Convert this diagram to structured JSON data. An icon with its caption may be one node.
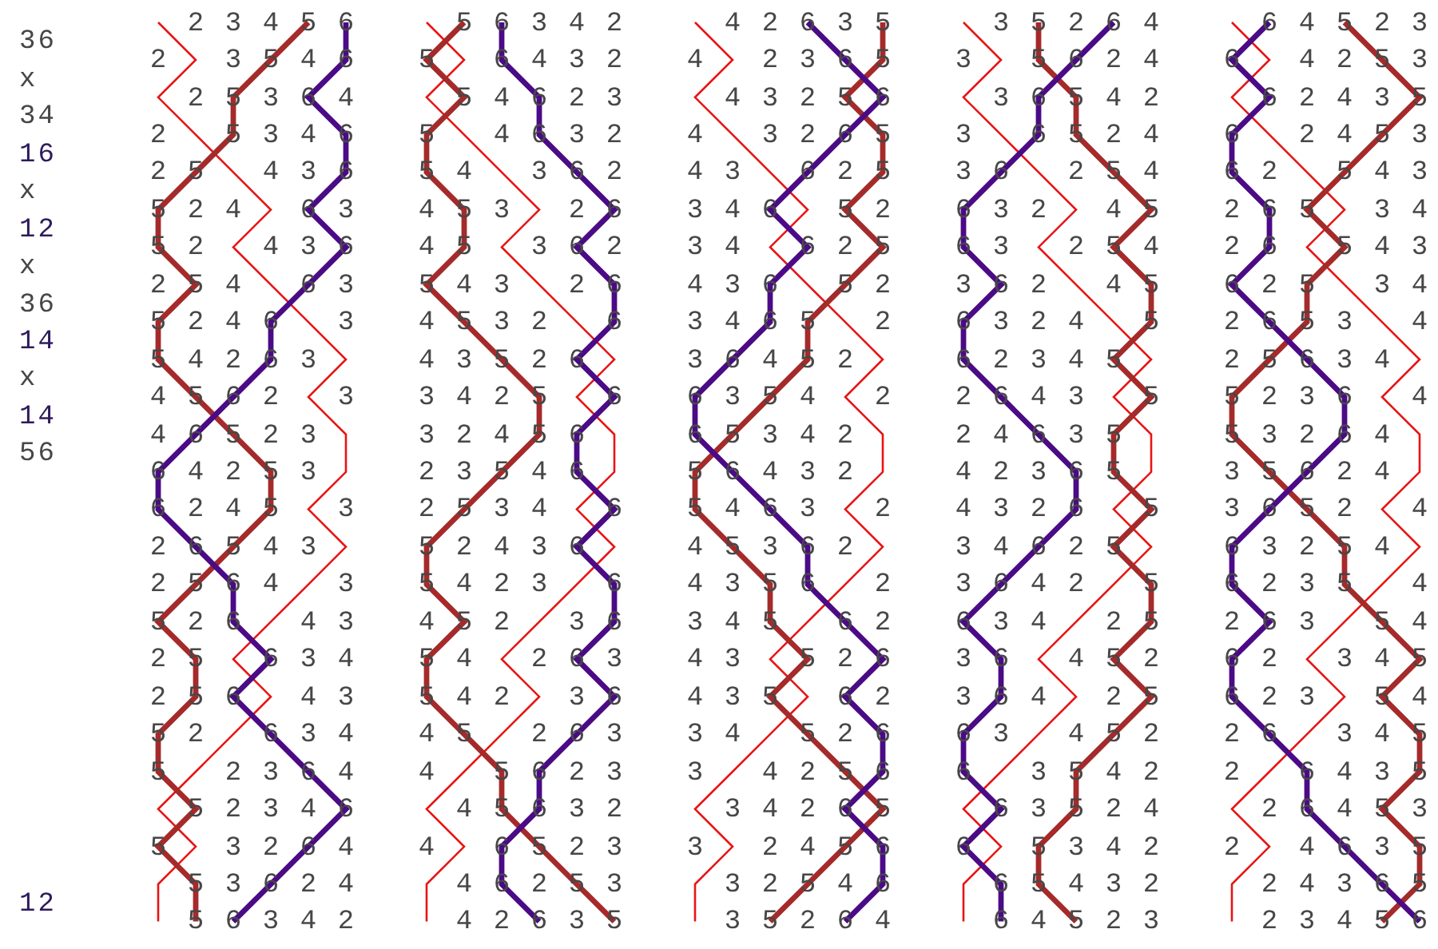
{
  "diagram": {
    "labels": [
      "36",
      "x",
      "34",
      "16",
      "x",
      "12",
      "x",
      "36",
      "14",
      "x",
      "14",
      "56",
      "12",
      "2 3 4 5 6",
      "2   3 5 4 6",
      "2 5 3 6 4",
      "2   5 3 4 6",
      "2 5   4 3 6",
      "5 2 4   6 3",
      "5 2   4 3 6",
      "2 5 4   6 3",
      "5 2 4 6   3",
      "5 4 2 6 3",
      "4 5 6 2   3",
      "4 6 5 2 3",
      "6 4 2 5 3",
      "6 2 4 5   3",
      "2 6 5 4 3",
      "2 5 6 4   3",
      "5 2 6   4 3",
      "2 5   6 3 4",
      "2 5 6   4 3",
      "5 2   6 3 4",
      "5   2 3 6 4",
      "5 2 3 4 6",
      "5   3 2 6 4",
      "5 3 6 2 4",
      "5 6 3 4 2",
      "5 6 3 4 2",
      "5   6 4 3 2",
      "5 4 6 2 3",
      "5   4 6 3 2",
      "5 4   3 6 2",
      "4 5 3   2 6",
      "4 5   3 6 2",
      "5 4 3   2 6",
      "4 5 3 2   6",
      "4 3 5 2 6",
      "3 4 2 5   6",
      "3 2 4 5 6",
      "2 3 5 4 6",
      "2 5 3 4   6",
      "5 2 4 3 6",
      "5 4 2 3   6",
      "4 5 2   3 6",
      "5 4   2 6 3",
      "5 4 2   3 6",
      "4 5   2 6 3",
      "4   5 6 2 3",
      "4 5 6 3 2",
      "4   6 5 2 3",
      "4 6 2 5 3",
      "4 2 6 3 5",
      "4 2 6 3 5",
      "4   2 3 6 5",
      "4 3 2 5 6",
      "4   3 2 6 5",
      "4 3   6 2 5",
      "3 4 6   5 2",
      "3 4   6 2 5",
      "4 3 6   5 2",
      "3 4 6 5   2",
      "3 6 4 5 2",
      "6 3 5 4   2",
      "6 5 3 4 2",
      "5 6 4 3 2",
      "5 4 6 3   2",
      "4 5 3 6 2",
      "4 3 5 6   2",
      "3 4 5   6 2",
      "4 3   5 2 6",
      "4 3 5   6 2",
      "3 4   5 2 6",
      "3   4 2 5 6",
      "3 4 2 6 5",
      "3   2 4 5 6",
      "3 2 5 4 6",
      "3 5 2 6 4",
      "3 5 2 6 4",
      "3   5 6 2 4",
      "3 6 5 4 2",
      "3   6 5 2 4",
      "3 6   2 5 4",
      "6 3 2   4 5",
      "6 3   2 5 4",
      "3 6 2   4 5",
      "6 3 2 4   5",
      "6 2 3 4 5",
      "2 6 4 3   5",
      "2 4 6 3 5",
      "4 2 3 6 5",
      "4 3 2 6   5",
      "3 4 6 2 5",
      "3 6 4 2   5",
      "6 3 4   2 5",
      "3 6   4 5 2",
      "3 6 4   2 5",
      "6 3   4 5 2",
      "6   3 5 4 2",
      "6 3 5 2 4",
      "6   5 3 4 2",
      "6 5 4 3 2",
      "6 4 5 2 3",
      "6 4 5 2 3",
      "6   4 2 5 3",
      "6 2 4 3 5",
      "6   2 4 5 3",
      "6 2   5 4 3",
      "2 6 5   3 4",
      "2 6   5 4 3",
      "6 2 5   3 4",
      "2 6 5 3   4",
      "2 5 6 3 4",
      "5 2 3 6   4",
      "5 3 2 6 4",
      "3 5 6 2 4",
      "3 6 5 2   4",
      "6 3 2 5 4",
      "6 2 3 5   4",
      "2 6 3   5 4",
      "6 2   3 4 5",
      "6 2 3   5 4",
      "2 6   3 4 5",
      "2   6 4 3 5",
      "2 6 4 5 3",
      "2   4 6 3 5",
      "2 4 3 6 5",
      "2 3 4 5 6"
    ]
  }
}
